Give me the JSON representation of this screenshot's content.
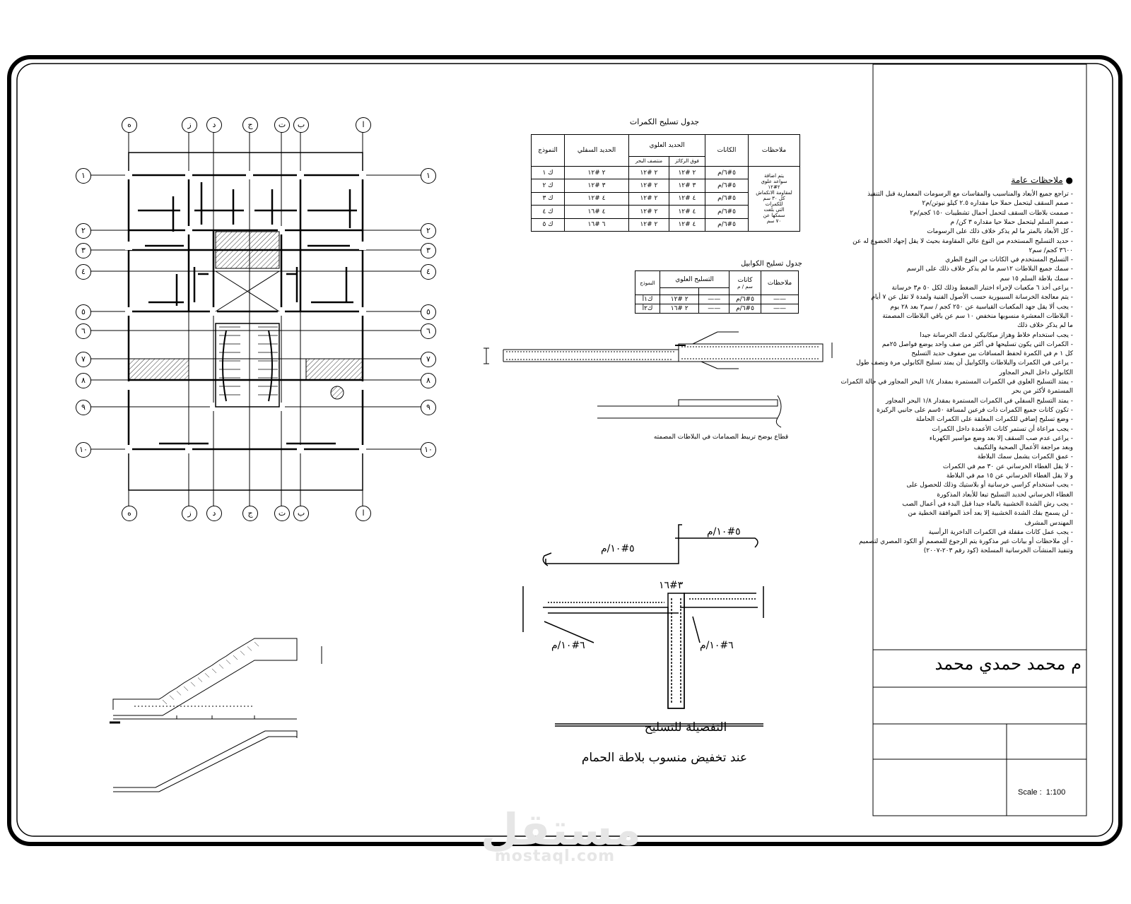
{
  "plan": {
    "axis_letters": [
      "ه",
      "ز",
      "د",
      "ج",
      "ت",
      "ب",
      "ا"
    ],
    "axis_numbers": [
      "١",
      "٢",
      "٣",
      "٤",
      "٥",
      "٦",
      "٧",
      "٨",
      "٩",
      "١٠"
    ]
  },
  "beam_table": {
    "title": "جدول تسليح الكمرات",
    "headers": {
      "type": "النموذج",
      "bottom": "الحديد السفلي",
      "top": "الحديد العلوي",
      "top_mid": "منتصف البحر",
      "top_support": "فوق الركائز",
      "stirrups": "الكانات",
      "notes": "ملاحظات"
    },
    "rows": [
      {
        "type": "ك ١",
        "bottom": "٢ #١٢",
        "top_mid": "٢ #١٢",
        "top_support": "٢ #١٢",
        "stirrups": "٥#٦/م"
      },
      {
        "type": "ك ٢",
        "bottom": "٣ #١٢",
        "top_mid": "٢ #١٢",
        "top_support": "٣ #١٢",
        "stirrups": "٥#٦/م"
      },
      {
        "type": "ك ٣",
        "bottom": "٤ #١٢",
        "top_mid": "٢ #١٢",
        "top_support": "٤ #١٢",
        "stirrups": "٥#٦/م"
      },
      {
        "type": "ك ٤",
        "bottom": "٤ #١٦",
        "top_mid": "٢ #١٢",
        "top_support": "٤ #١٢",
        "stirrups": "٥#٦/م"
      },
      {
        "type": "ك ٥",
        "bottom": "٦ #١٦",
        "top_mid": "٢ #١٢",
        "top_support": "٤ #١٢",
        "stirrups": "٥#٦/م"
      }
    ],
    "note_lines": [
      "يتم اضافة",
      "سواعد علوي",
      "٢#١٢",
      "لمقاومة الانكماش",
      "كل ٣٠ سم",
      "للكمرات",
      "التي بلغت",
      "سمكها عن",
      "٧٠ سم"
    ]
  },
  "cantilever_table": {
    "title": "جدول تسليح الكوابيل",
    "headers": {
      "type": "النموذج",
      "top": "التسليح العلوي",
      "stirrups": "كانات",
      "stirrups_unit": "سم / م",
      "notes": "ملاحظات"
    },
    "rows": [
      {
        "type": "ك١أ",
        "top": "٢ #١٢",
        "stirrups": "٥#٦/م",
        "notes": "——"
      },
      {
        "type": "ك٢أ",
        "top": "٢ #١٦",
        "stirrups": "٥#٦/م",
        "notes": "——"
      }
    ]
  },
  "detail1": {
    "caption": "قطاع يوضح تربيط الصمامات في البلاطات المصمته"
  },
  "detail2": {
    "label_top": "٥#١٠/م",
    "label_bottom": "٥#١٠/م",
    "label_rebar": "٣#١٦",
    "label_left": "٦#١٠/م",
    "label_right": "٦#١٠/م",
    "title": "التفصيلة للتسليح",
    "subtitle": "عند تخفيض منسوب بلاطة الحمام"
  },
  "notes": {
    "title": "ملاحظات عامة",
    "lines": [
      "- تراجع جميع الأبعاد والمناسيب والمقاسات مع الرسومات المعمارية قبل التنفيذ",
      "- صمم السقف ليتحمل حملا حيا مقداره ٢.٥ كيلو نيوتن/م٢",
      "- صممت بلاطات السقف لتحمل أحمال تشطيبات ١٥٠ كجم/م٢",
      "- صمم السلم ليتحمل حملا حيا مقداره ٣ كن/ م",
      "- كل الأبعاد بالمتر ما لم يذكر خلاف ذلك على الرسومات",
      "- حديد التسليح المستخدم من النوع عالي المقاومة بحيث لا يقل إجهاد الخضوع له عن",
      "٣٦٠٠ كجم/ سم٢",
      "- التسليح المستخدم في الكانات من النوع الطري",
      "- سمك جميع البلاطات ١٢سم ما لم يذكر خلاف ذلك على الرسم",
      "- سمك بلاطة السلم ١٥ سم",
      "- يراعى أخذ ٦ مكعبات لإجراء اختبار الضغط وذلك لكل ٥٠ م٣ خرسانة",
      "- يتم معالجة الخرسانة السيبورية حسب الأصول الفنية ولمدة لا تقل عن ٧ أيام",
      "- يجب ألا يقل جهد المكعبات القياسية عن ٢٥٠ كجم / سم٢ بعد ٢٨ يوم",
      "- البلاطات المعشرة منسوبها منخفض ١٠ سم عن باقي البلاطات المصمتة",
      "ما لم يذكر خلاف ذلك",
      "- يجب استخدام خلاط وهزاز ميكانيكي لدمك الخرسانة جيدا",
      "- الكمرات التي يكون تسليحها في أكثر من صف واحد يوضع فواصل ٢٥مم",
      "كل ١ م في الكمرة لحفظ المسافات بين صفوف حديد التسليح",
      "- يراعى في الكمرات والبلاطات والكوابيل أن يمتد تسليح الكابولي مرة ونصف طول",
      "الكابولي داخل البحر المجاور",
      "- يمتد التسليح العلوي في الكمرات المستمرة بمقدار ١/٤ البحر المجاور في حالة الكمرات",
      "المستمرة لأكثر من بحر",
      "- يمتد التسليح السفلي في الكمرات المستمرة بمقدار ١/٨ البحر المجاور",
      "- تكون كانات جميع الكمرات ذات فرعين لمسافة ٥٠سم على جانبي الركيزة",
      "- وضع تسليح إضافي للكمرات المعلقة على الكمرات الحاملة",
      "- يجب مراعاة أن تستمر كانات الأعمدة داخل الكمرات",
      "- يراعى عدم صب السقف إلا بعد وضع مواسير الكهرباء",
      "وبعد مراجعة الأعمال الصحية والتكييف",
      "- عمق الكمرات يشمل سمك البلاطة",
      "- لا يقل الغطاء الخرساني عن ٣٠ مم في الكمرات",
      "و لا يقل الغطاء الخرساني عن ١٥ مم في البلاطة",
      "- يجب استخدام كراسي خرسانية أو بلاستيك وذلك للحصول على",
      "الغطاء الخرساني لحديد التسليح تبعا للأبعاد المذكورة",
      "- يجب رش الشدة الخشبية بالماء جيدا قبل البدء في أعمال الصب",
      "- لن يسمح بفك الشدة الخشبية إلا بعد أخذ الموافقة الخطية من",
      "المهندس المشرف",
      "- يجب عمل كانات مقفلة في الكمرات الداخرية الرأسية",
      "- أي ملاحظات أو بيانات غير مذكورة يتم الرجوع للمصمم أو الكود المصري لتصميم",
      "وتنفيذ المنشآت الخرسانية المسلحة (كود رقم ٢٠٣-٢٠٠٧)"
    ]
  },
  "titleblock": {
    "designer": "م محمد حمدي محمد",
    "scale_label": "Scale :",
    "scale_value": "1:100"
  },
  "watermark": {
    "arabic": "مستقل",
    "latin": "mostaql.com"
  }
}
